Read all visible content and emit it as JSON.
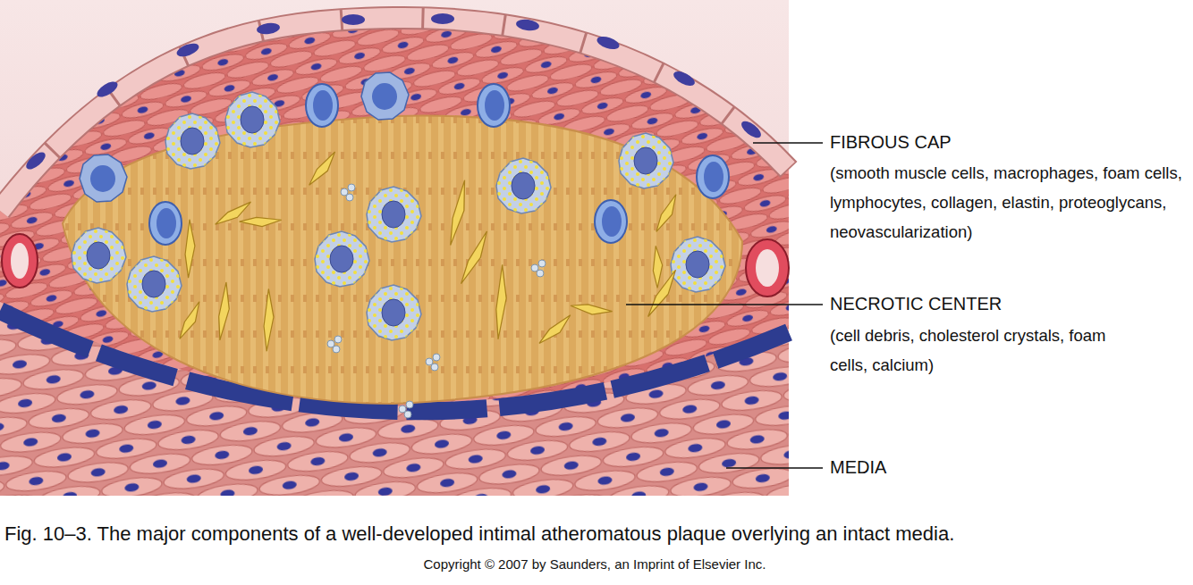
{
  "diagram": {
    "caption": "Fig. 10–3. The major components of a well-developed intimal atheromatous plaque overlying an intact media.",
    "labels": [
      "FIBROUS CAP",
      "(smooth muscle cells, macrophages, foam cells, lymphocytes, collagen, elastin, proteoglycans, neovascularization)",
      "NECROTIC CENTER",
      "(cell debris, cholesterol crystals, foam cells, calcium)",
      "MEDIA",
      "Copyright © 2007 by Saunders, an Imprint of Elsevier Inc."
    ]
  }
}
